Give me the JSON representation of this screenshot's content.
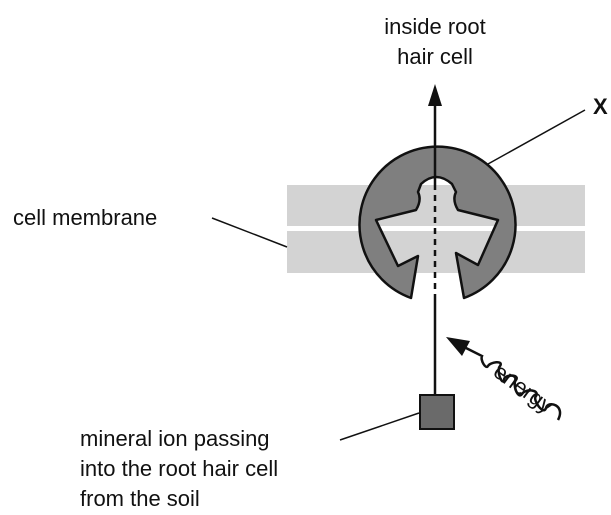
{
  "labels": {
    "inside_line1": "inside root",
    "inside_line2": "hair cell",
    "x": "X",
    "membrane": "cell membrane",
    "energy": "energy",
    "ion_line1": "mineral ion passing",
    "ion_line2": "into the root hair cell",
    "ion_line3": "from the soil"
  },
  "colors": {
    "membrane": "#d3d3d3",
    "protein": "#7f7f7f",
    "ion": "#6a6a6a",
    "line": "#111111"
  }
}
